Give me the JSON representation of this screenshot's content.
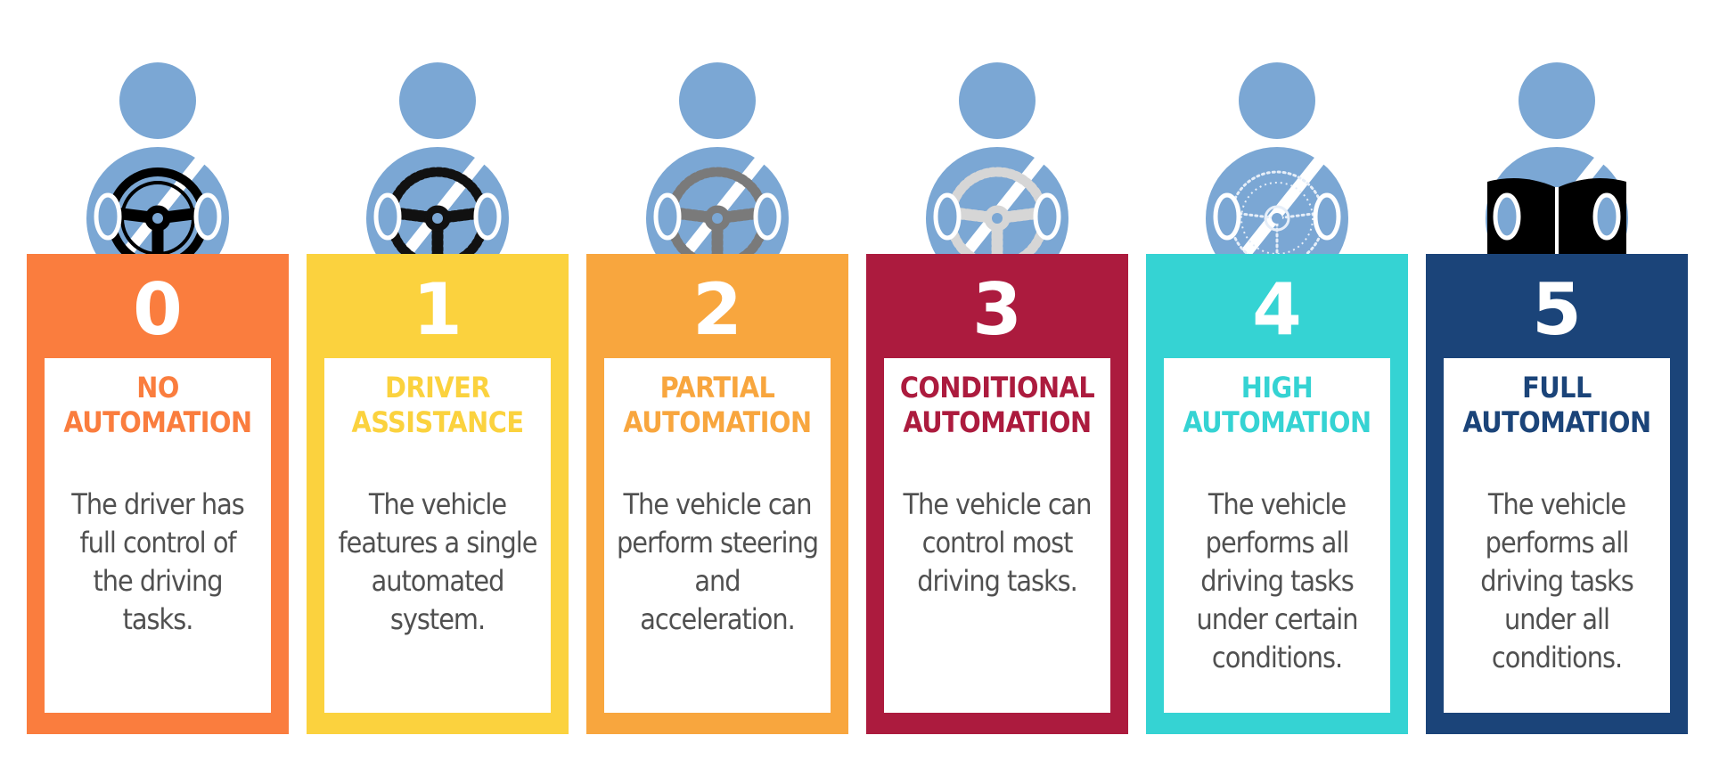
{
  "levels": [
    {
      "number": "0",
      "title": "NO\nAUTOMATION",
      "description": "The driver has\nfull control of\nthe driving\ntasks.",
      "color": "#FA7D3E",
      "wheel_icon": "steering-wheel-solid-icon",
      "wheel_style": "solid"
    },
    {
      "number": "1",
      "title": "DRIVER\nASSISTANCE",
      "description": "The vehicle\nfeatures a single\nautomated\nsystem.",
      "color": "#FBD23E",
      "wheel_icon": "steering-wheel-beaded-black-icon",
      "wheel_style": "beaded-dark"
    },
    {
      "number": "2",
      "title": "PARTIAL\nAUTOMATION",
      "description": "The vehicle can\nperform steering\nand\nacceleration.",
      "color": "#F8A63E",
      "wheel_icon": "steering-wheel-beaded-gray-icon",
      "wheel_style": "beaded-gray"
    },
    {
      "number": "3",
      "title": "CONDITIONAL\nAUTOMATION",
      "description": "The vehicle can\ncontrol most\ndriving tasks.",
      "color": "#AC1B3E",
      "wheel_icon": "steering-wheel-beaded-light-icon",
      "wheel_style": "beaded-light"
    },
    {
      "number": "4",
      "title": "HIGH\nAUTOMATION",
      "description": "The vehicle\nperforms all\ndriving tasks\nunder certain\nconditions.",
      "color": "#35D3D3",
      "wheel_icon": "steering-wheel-outline-icon",
      "wheel_style": "outline"
    },
    {
      "number": "5",
      "title": "FULL\nAUTOMATION",
      "description": "The vehicle\nperforms all\ndriving tasks\nunder all\nconditions.",
      "color": "#1B4479",
      "wheel_icon": "open-book-icon",
      "wheel_style": "book"
    }
  ],
  "figure_color": "#7BA7D4"
}
